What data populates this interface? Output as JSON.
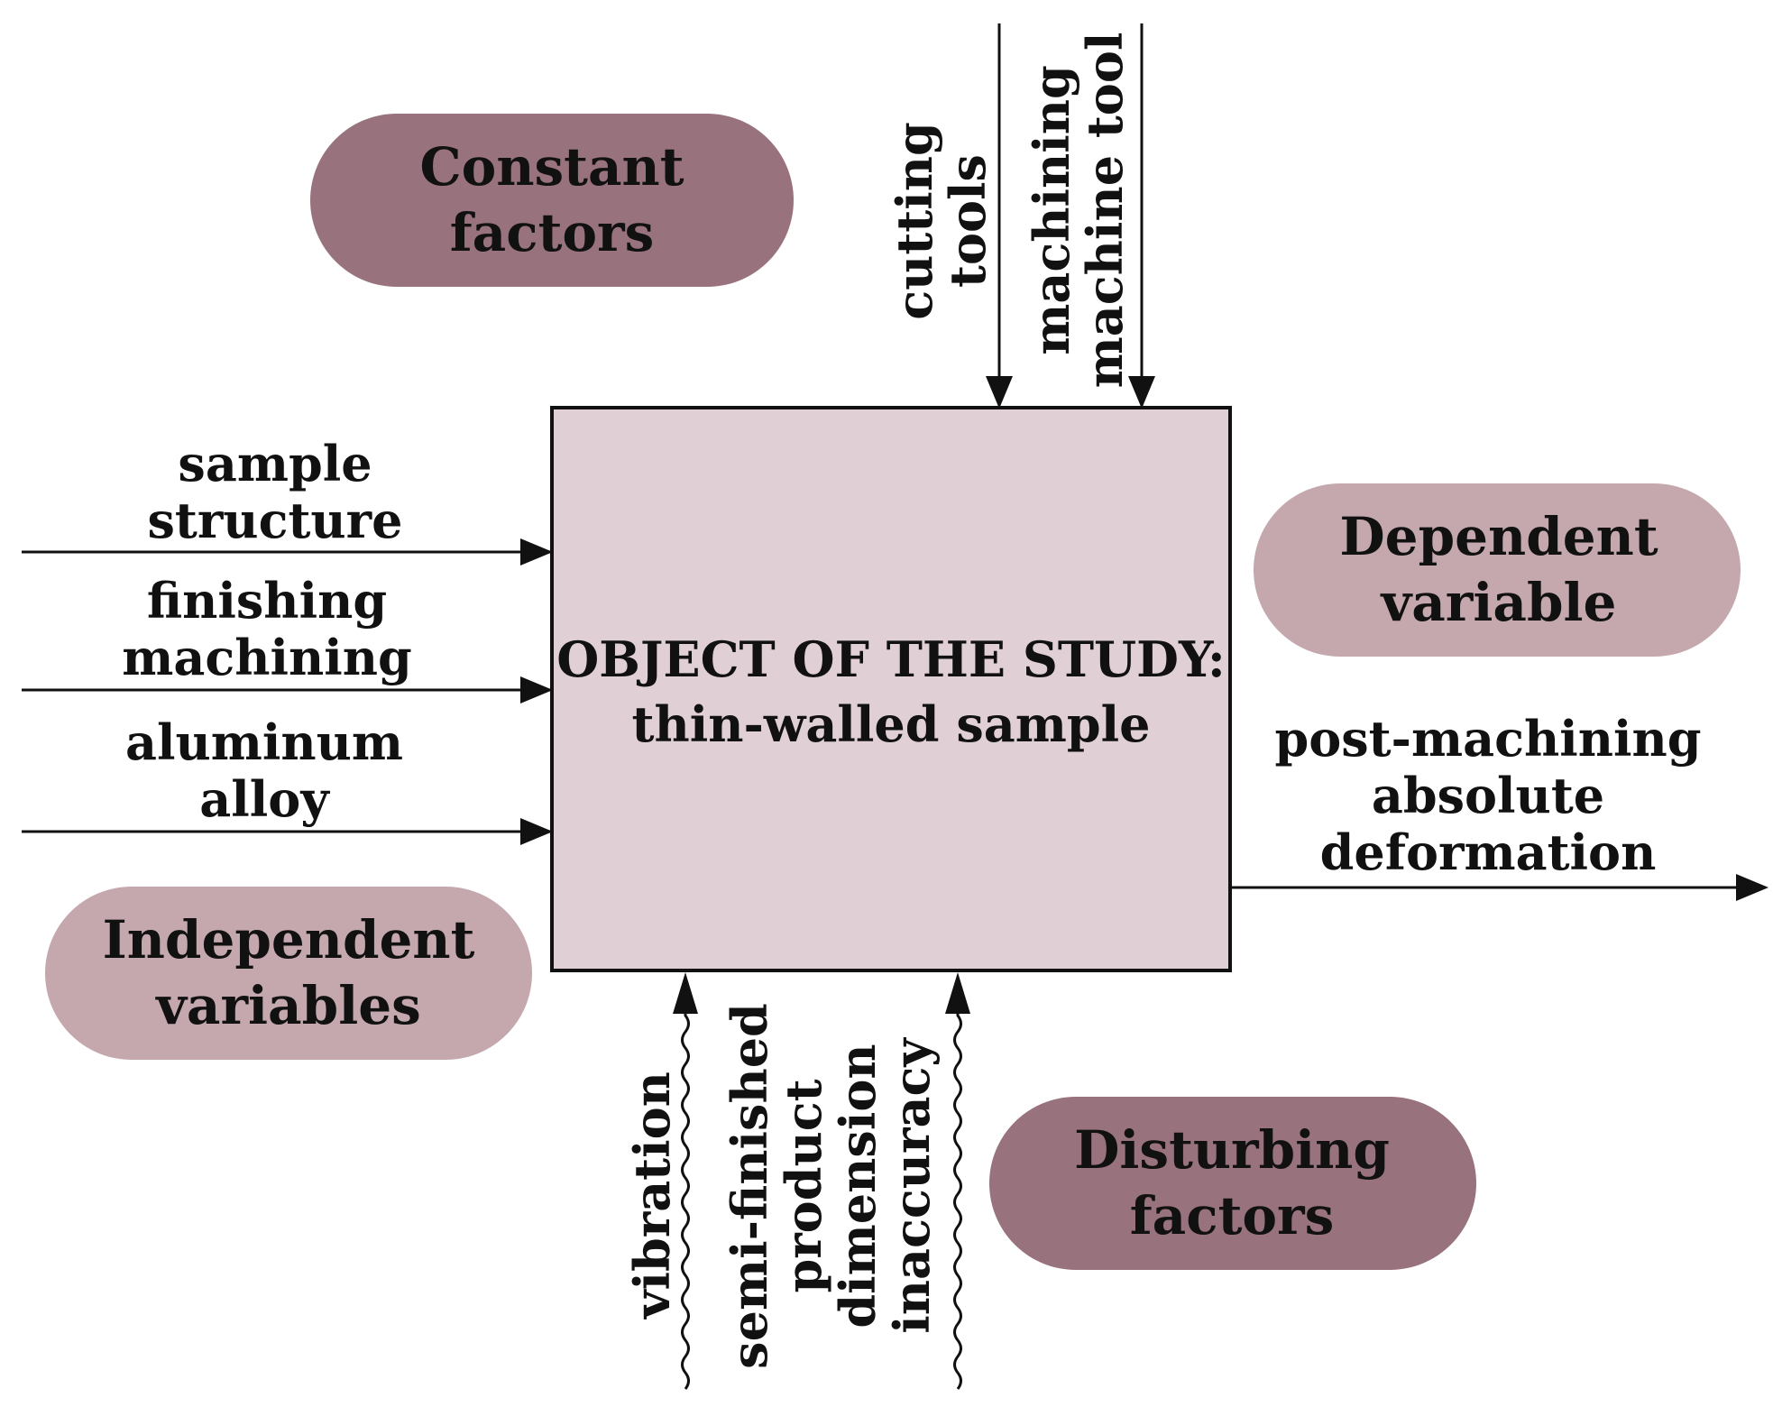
{
  "categories": {
    "constant": {
      "line1": "Constant",
      "line2": "factors",
      "color": "#98727c"
    },
    "dependent": {
      "line1": "Dependent",
      "line2": "variable",
      "color": "#c4a8ae"
    },
    "independent": {
      "line1": "Independent",
      "line2": "variables",
      "color": "#c4a8ae"
    },
    "disturbing": {
      "line1": "Disturbing",
      "line2": "factors",
      "color": "#98727c"
    }
  },
  "object": {
    "line1": "OBJECT OF THE STUDY:",
    "line2": "thin-walled sample",
    "fill": "#e0cfd4"
  },
  "inputs": {
    "sample_structure": {
      "line1": "sample",
      "line2": "structure"
    },
    "finishing_machining": {
      "line1": "finishing",
      "line2": "machining"
    },
    "aluminum_alloy": {
      "line1": "aluminum",
      "line2": "alloy"
    }
  },
  "constants": {
    "cutting_tools": {
      "line1": "cutting",
      "line2": "tools"
    },
    "machining_machine_tool": {
      "line1": "machining",
      "line2": "machine tool"
    }
  },
  "output": {
    "line1": "post-machining",
    "line2": "absolute",
    "line3": "deformation"
  },
  "disturbances": {
    "vibration": {
      "line1": "vibration"
    },
    "semi_finished": {
      "line1": "semi-finished",
      "line2": "product",
      "line3": "dimension",
      "line4": "inaccuracy"
    }
  }
}
